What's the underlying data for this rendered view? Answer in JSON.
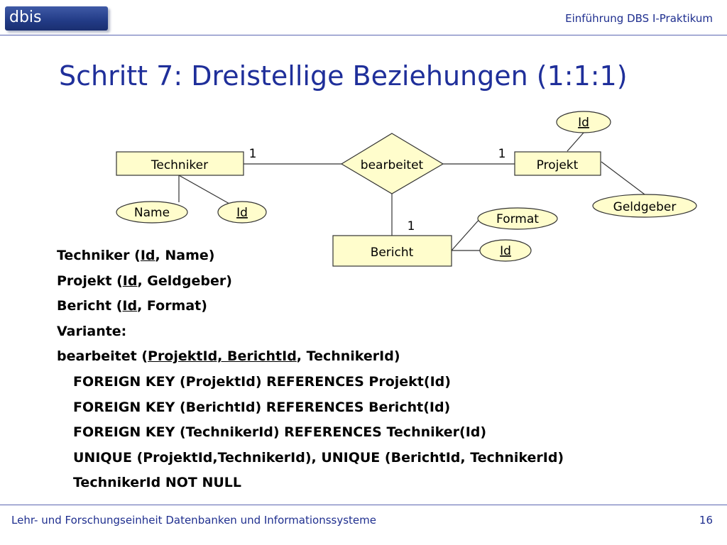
{
  "header": {
    "logo": "dbis",
    "course": "Einführung DBS I-Praktikum"
  },
  "slide": {
    "title": "Schritt 7: Dreistellige Beziehungen (1:1:1)"
  },
  "diagram": {
    "entities": {
      "techniker": "Techniker",
      "projekt": "Projekt",
      "bericht": "Bericht"
    },
    "relationship": "bearbeitet",
    "attributes": {
      "techniker_name": "Name",
      "techniker_id": "Id",
      "projekt_id": "Id",
      "projekt_geldgeber": "Geldgeber",
      "bericht_format": "Format",
      "bericht_id": "Id"
    },
    "cardinalities": {
      "techniker": "1",
      "projekt": "1",
      "bericht": "1"
    }
  },
  "relations": [
    {
      "pre": "Techniker (",
      "key": "Id",
      "post": ", Name)"
    },
    {
      "pre": "Projekt (",
      "key": "Id",
      "post": ", Geldgeber)"
    },
    {
      "pre": "Bericht (",
      "key": "Id",
      "post": ", Format)"
    }
  ],
  "variant": {
    "label": "Variante:",
    "schema_pre": "bearbeitet (",
    "schema_key": "ProjektId, BerichtId",
    "schema_post": ", TechnikerId)",
    "constraints": [
      "FOREIGN KEY (ProjektId) REFERENCES Projekt(Id)",
      "FOREIGN KEY (BerichtId) REFERENCES Bericht(Id)",
      "FOREIGN KEY (TechnikerId) REFERENCES Techniker(Id)",
      "UNIQUE (ProjektId,TechnikerId), UNIQUE (BerichtId, TechnikerId)",
      "TechnikerId NOT NULL"
    ]
  },
  "footer": {
    "institution": "Lehr- und Forschungseinheit Datenbanken und Informationssysteme",
    "page": "16"
  }
}
